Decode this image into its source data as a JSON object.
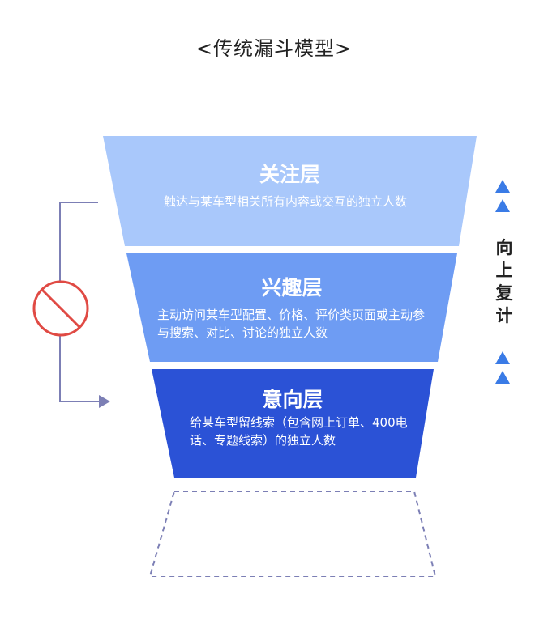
{
  "title": "<传统漏斗模型>",
  "layers": [
    {
      "name": "关注层",
      "desc": "触达与某车型相关所有内容或交互的独立人数",
      "color": "#a9c8fb"
    },
    {
      "name": "兴趣层",
      "desc": "主动访问某车型配置、价格、评价类页面或主动参与搜索、对比、讨论的独立人数",
      "color": "#6e9cf3"
    },
    {
      "name": "意向层",
      "desc": "给某车型留线索（包含网上订单、400电话、专题线索）的独立人数",
      "color": "#2b52d6"
    }
  ],
  "side_label": [
    "向",
    "上",
    "复",
    "计"
  ],
  "colors": {
    "arrow_blue": "#3a7be6",
    "connector": "#7c7fb5",
    "forbidden": "#e04a44",
    "dashed": "#7c7fb5"
  }
}
